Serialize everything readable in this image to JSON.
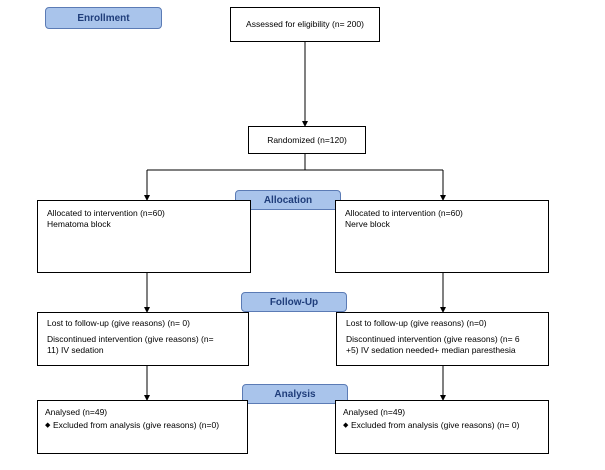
{
  "stages": {
    "enrollment": "Enrollment",
    "allocation": "Allocation",
    "followup": "Follow-Up",
    "analysis": "Analysis"
  },
  "enrollment": {
    "eligibility": "Assessed for eligibility (n= 200)",
    "randomized": "Randomized (n=120)"
  },
  "left": {
    "allocation": {
      "line1": "Allocated to intervention (n=60)",
      "line2": "Hematoma block"
    },
    "followup": {
      "lost": "Lost to follow-up (give reasons) (n= 0)",
      "discontinued_line1": "Discontinued intervention (give reasons) (n=",
      "discontinued_line2": "11) IV sedation"
    },
    "analysis": {
      "analysed": "Analysed (n=49)",
      "excluded": "Excluded from analysis (give reasons) (n=0)"
    }
  },
  "right": {
    "allocation": {
      "line1": "Allocated to intervention (n=60)",
      "line2": "Nerve block"
    },
    "followup": {
      "lost": "Lost to follow-up (give reasons) (n=0)",
      "discontinued_line1": "Discontinued intervention (give reasons) (n= 6",
      "discontinued_line2": "+5) IV sedation needed+ median paresthesia"
    },
    "analysis": {
      "analysed": "Analysed (n=49)",
      "excluded": "Excluded from analysis (give reasons) (n= 0)"
    }
  }
}
